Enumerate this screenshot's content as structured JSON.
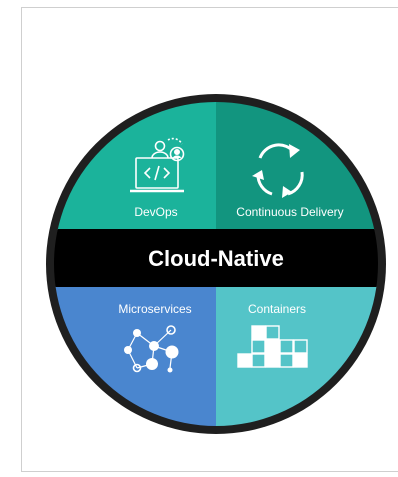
{
  "title": "Cloud-Native",
  "quadrants": [
    {
      "label": "DevOps",
      "color": "#1bb39b",
      "icon": "developer-laptop-icon"
    },
    {
      "label": "Continuous Delivery",
      "color": "#12957f",
      "icon": "refresh-cycle-icon"
    },
    {
      "label": "Microservices",
      "color": "#4a86cf",
      "icon": "network-nodes-icon"
    },
    {
      "label": "Containers",
      "color": "#54c4c8",
      "icon": "container-blocks-icon"
    }
  ],
  "colors": {
    "ring": "#1f1f1f",
    "band": "#000000",
    "text": "#ffffff"
  }
}
